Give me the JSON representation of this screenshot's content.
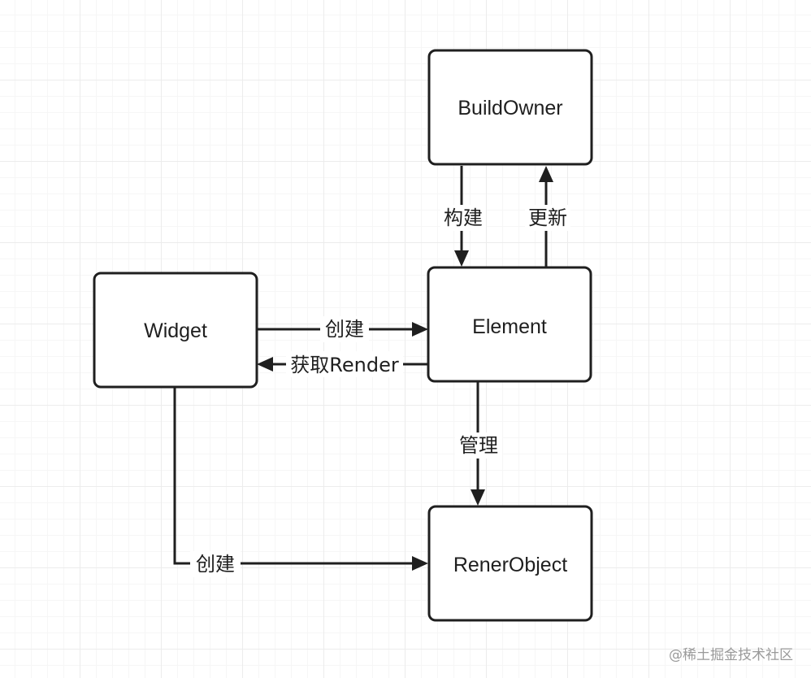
{
  "nodes": {
    "build_owner": "BuildOwner",
    "element": "Element",
    "widget": "Widget",
    "render_object": "RenerObject"
  },
  "edges": {
    "owner_to_element": "构建",
    "element_to_owner": "更新",
    "widget_to_element": "创建",
    "element_to_widget": "获取Render",
    "element_to_render": "管理",
    "widget_to_render": "创建"
  },
  "watermark": "@稀土掘金技术社区",
  "colors": {
    "stroke": "#1f1f1f",
    "grid": "#ececec",
    "watermark": "#9a9a9a"
  }
}
